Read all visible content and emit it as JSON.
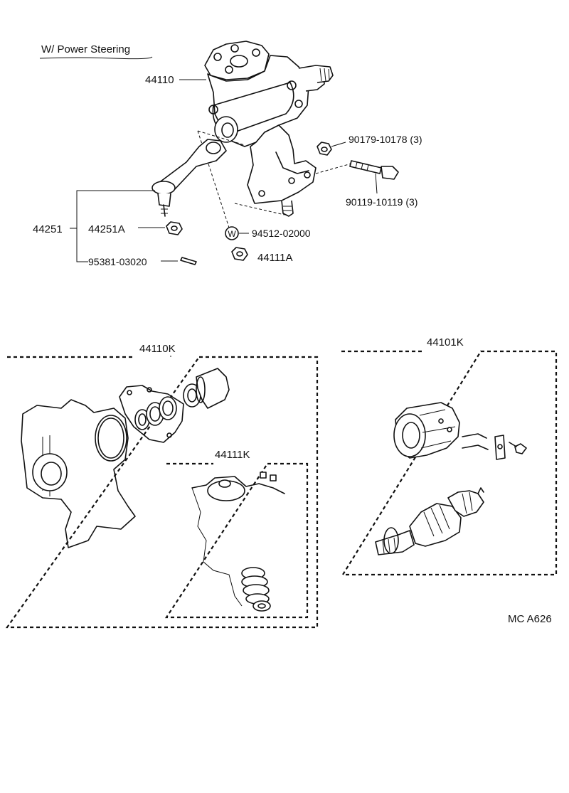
{
  "section_title": "W/ Power Steering",
  "parts": {
    "gear_assembly": "44110",
    "nut_90179": "90179-10178 (3)",
    "bolt_90119": "90119-10119 (3)",
    "washer_symbol": "W",
    "washer_94512": "94512-02000",
    "nut_44111a": "44111A",
    "arm_44251": "44251",
    "ball_joint_44251a": "44251A",
    "cotter_pin_95381": "95381-03020"
  },
  "kits": {
    "gasket_kit": "44110K",
    "sub_kit": "44111K",
    "valve_kit": "44101K"
  },
  "figure_code": "MC  A626"
}
